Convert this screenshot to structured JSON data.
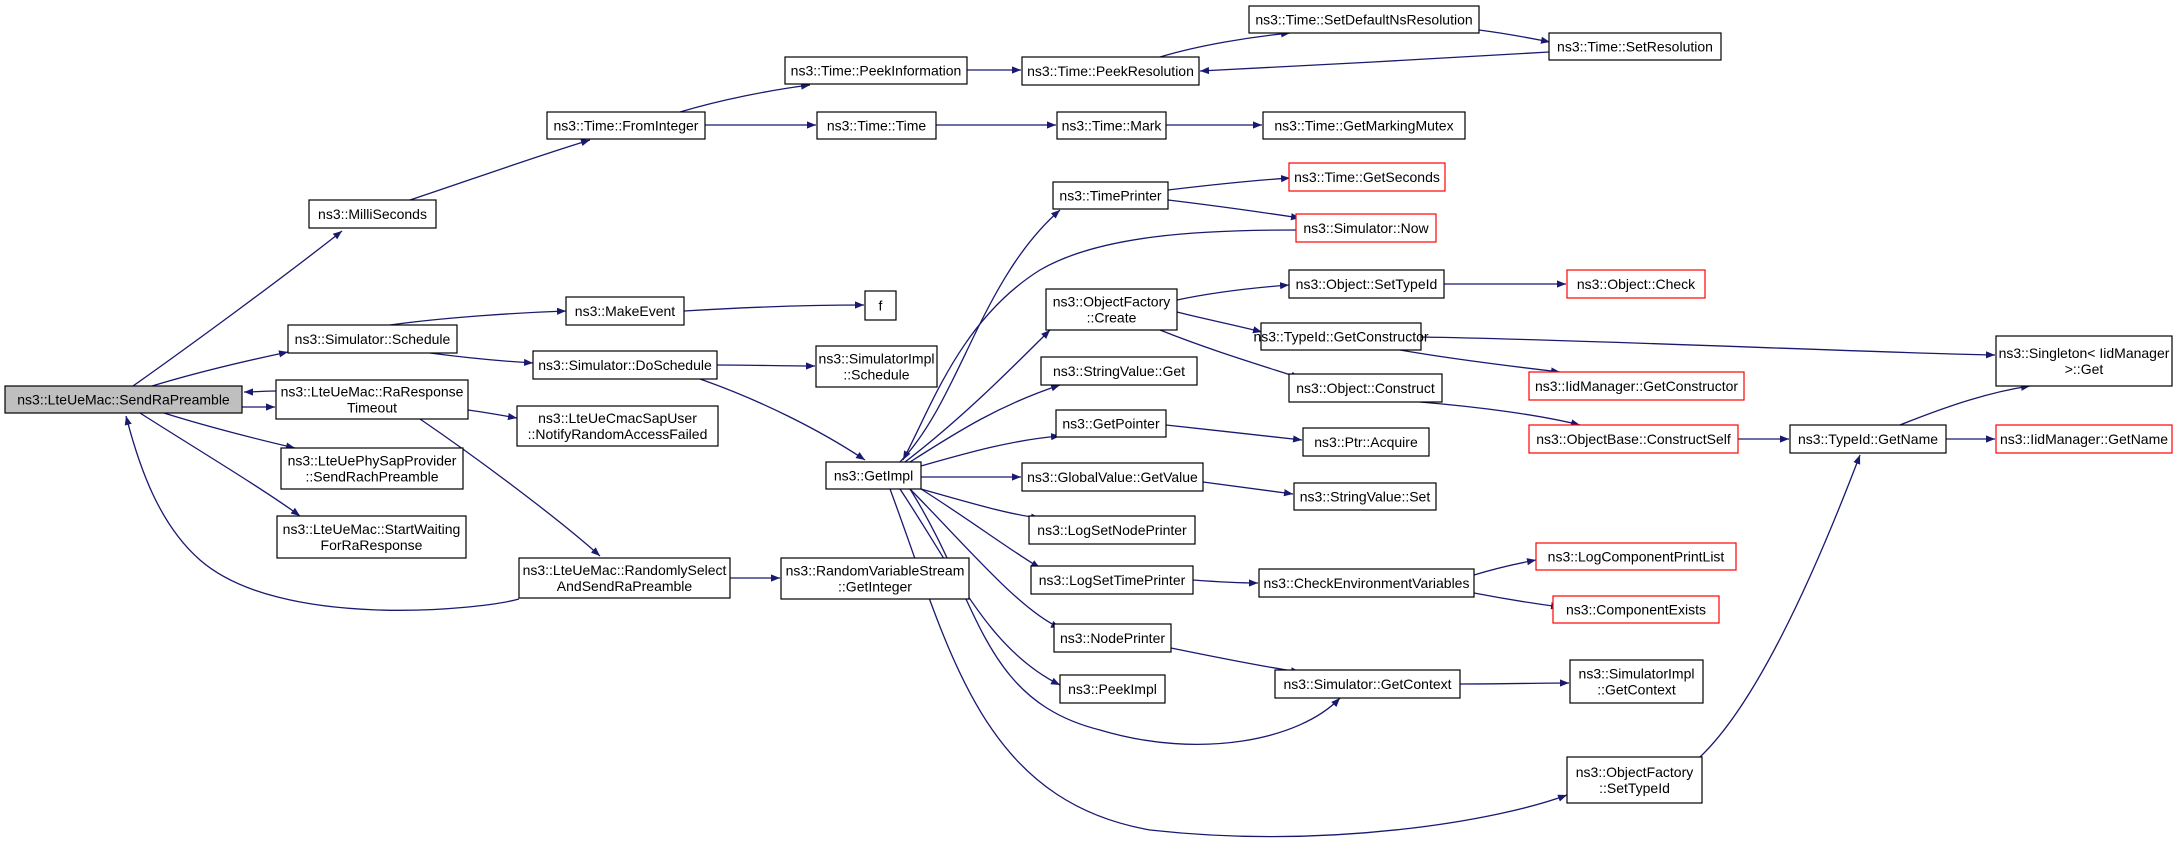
{
  "colors": {
    "edge": "#191970",
    "node_border": "#000000",
    "truncated_border": "#ff0000",
    "root_fill": "#bfbfbf",
    "node_fill": "#ffffff",
    "background": "#ffffff"
  },
  "nodes": [
    {
      "id": "sendrapreamble",
      "lines": [
        "ns3::LteUeMac::SendRaPreamble"
      ],
      "style": "root"
    },
    {
      "id": "milliseconds",
      "lines": [
        "ns3::MilliSeconds"
      ],
      "style": "normal"
    },
    {
      "id": "frominteger",
      "lines": [
        "ns3::Time::FromInteger"
      ],
      "style": "normal"
    },
    {
      "id": "peekinformation",
      "lines": [
        "ns3::Time::PeekInformation"
      ],
      "style": "normal"
    },
    {
      "id": "peekresolution",
      "lines": [
        "ns3::Time::PeekResolution"
      ],
      "style": "normal"
    },
    {
      "id": "setdefaultns",
      "lines": [
        "ns3::Time::SetDefaultNsResolution"
      ],
      "style": "normal"
    },
    {
      "id": "setresolution",
      "lines": [
        "ns3::Time::SetResolution"
      ],
      "style": "normal"
    },
    {
      "id": "timetime",
      "lines": [
        "ns3::Time::Time"
      ],
      "style": "normal"
    },
    {
      "id": "timemark",
      "lines": [
        "ns3::Time::Mark"
      ],
      "style": "normal"
    },
    {
      "id": "getmarkingmutex",
      "lines": [
        "ns3::Time::GetMarkingMutex"
      ],
      "style": "normal"
    },
    {
      "id": "schedule",
      "lines": [
        "ns3::Simulator::Schedule"
      ],
      "style": "normal"
    },
    {
      "id": "makeevent",
      "lines": [
        "ns3::MakeEvent"
      ],
      "style": "normal"
    },
    {
      "id": "f",
      "lines": [
        "f"
      ],
      "style": "normal"
    },
    {
      "id": "doschedule",
      "lines": [
        "ns3::Simulator::DoSchedule"
      ],
      "style": "normal"
    },
    {
      "id": "simimplschedule",
      "lines": [
        "ns3::SimulatorImpl",
        "::Schedule"
      ],
      "style": "normal"
    },
    {
      "id": "raresponsetimeout",
      "lines": [
        "ns3::LteUeMac::RaResponse",
        "Timeout"
      ],
      "style": "normal"
    },
    {
      "id": "notifyrandomaccess",
      "lines": [
        "ns3::LteUeCmacSapUser",
        "::NotifyRandomAccessFailed"
      ],
      "style": "normal"
    },
    {
      "id": "sendrachpreamble",
      "lines": [
        "ns3::LteUePhySapProvider",
        "::SendRachPreamble"
      ],
      "style": "normal"
    },
    {
      "id": "startwaiting",
      "lines": [
        "ns3::LteUeMac::StartWaiting",
        "ForRaResponse"
      ],
      "style": "normal"
    },
    {
      "id": "randomlyselect",
      "lines": [
        "ns3::LteUeMac::RandomlySelect",
        "AndSendRaPreamble"
      ],
      "style": "normal"
    },
    {
      "id": "getinteger",
      "lines": [
        "ns3::RandomVariableStream",
        "::GetInteger"
      ],
      "style": "normal"
    },
    {
      "id": "getimpl",
      "lines": [
        "ns3::GetImpl"
      ],
      "style": "normal"
    },
    {
      "id": "timeprinter",
      "lines": [
        "ns3::TimePrinter"
      ],
      "style": "normal"
    },
    {
      "id": "getseconds",
      "lines": [
        "ns3::Time::GetSeconds"
      ],
      "style": "truncated"
    },
    {
      "id": "simnow",
      "lines": [
        "ns3::Simulator::Now"
      ],
      "style": "truncated"
    },
    {
      "id": "objfactorycreate",
      "lines": [
        "ns3::ObjectFactory",
        "::Create"
      ],
      "style": "normal"
    },
    {
      "id": "objsettypeid",
      "lines": [
        "ns3::Object::SetTypeId"
      ],
      "style": "normal"
    },
    {
      "id": "objcheck",
      "lines": [
        "ns3::Object::Check"
      ],
      "style": "truncated"
    },
    {
      "id": "typeidgetconstructor",
      "lines": [
        "ns3::TypeId::GetConstructor"
      ],
      "style": "normal"
    },
    {
      "id": "singletonget",
      "lines": [
        "ns3::Singleton< IidManager",
        ">::Get"
      ],
      "style": "normal"
    },
    {
      "id": "iidgetconstructor",
      "lines": [
        "ns3::IidManager::GetConstructor"
      ],
      "style": "truncated"
    },
    {
      "id": "objconstruct",
      "lines": [
        "ns3::Object::Construct"
      ],
      "style": "normal"
    },
    {
      "id": "constructself",
      "lines": [
        "ns3::ObjectBase::ConstructSelf"
      ],
      "style": "truncated"
    },
    {
      "id": "typeidgetname",
      "lines": [
        "ns3::TypeId::GetName"
      ],
      "style": "normal"
    },
    {
      "id": "iidgetname",
      "lines": [
        "ns3::IidManager::GetName"
      ],
      "style": "truncated"
    },
    {
      "id": "stringvalueget",
      "lines": [
        "ns3::StringValue::Get"
      ],
      "style": "normal"
    },
    {
      "id": "getpointer",
      "lines": [
        "ns3::GetPointer"
      ],
      "style": "normal"
    },
    {
      "id": "ptracquire",
      "lines": [
        "ns3::Ptr::Acquire"
      ],
      "style": "normal"
    },
    {
      "id": "globalvaluegetvalue",
      "lines": [
        "ns3::GlobalValue::GetValue"
      ],
      "style": "normal"
    },
    {
      "id": "stringvalueset",
      "lines": [
        "ns3::StringValue::Set"
      ],
      "style": "normal"
    },
    {
      "id": "logsetnodeprinter",
      "lines": [
        "ns3::LogSetNodePrinter"
      ],
      "style": "normal"
    },
    {
      "id": "logsettimeprinter",
      "lines": [
        "ns3::LogSetTimePrinter"
      ],
      "style": "normal"
    },
    {
      "id": "checkenv",
      "lines": [
        "ns3::CheckEnvironmentVariables"
      ],
      "style": "normal"
    },
    {
      "id": "logcomponentprintlist",
      "lines": [
        "ns3::LogComponentPrintList"
      ],
      "style": "truncated"
    },
    {
      "id": "componentexists",
      "lines": [
        "ns3::ComponentExists"
      ],
      "style": "truncated"
    },
    {
      "id": "nodeprinter",
      "lines": [
        "ns3::NodePrinter"
      ],
      "style": "normal"
    },
    {
      "id": "simgetcontext",
      "lines": [
        "ns3::Simulator::GetContext"
      ],
      "style": "normal"
    },
    {
      "id": "simimplgetcontext",
      "lines": [
        "ns3::SimulatorImpl",
        "::GetContext"
      ],
      "style": "normal"
    },
    {
      "id": "peekimpl",
      "lines": [
        "ns3::PeekImpl"
      ],
      "style": "normal"
    },
    {
      "id": "objfactorysettypeid",
      "lines": [
        "ns3::ObjectFactory",
        "::SetTypeId"
      ],
      "style": "normal"
    }
  ]
}
